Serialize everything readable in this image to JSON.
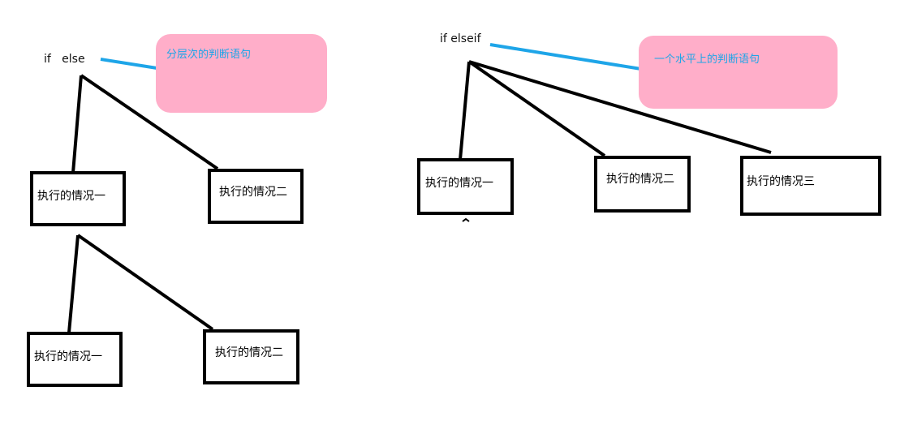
{
  "colors": {
    "ink": "#000000",
    "connector": "#1ea5e8",
    "note_fill": "#ffaec9",
    "note_text": "#1ea5e8"
  },
  "left": {
    "title": "if   else",
    "note": "分层次的判断语句",
    "level1": [
      "执行的情况一",
      "执行的情况二"
    ],
    "level2": [
      "执行的情况一",
      "执行的情况二"
    ]
  },
  "right": {
    "title": "if elseif",
    "note": "一个水平上的判断语句",
    "cases": [
      "执行的情况一",
      "执行的情况二",
      "执行的情况三"
    ]
  }
}
